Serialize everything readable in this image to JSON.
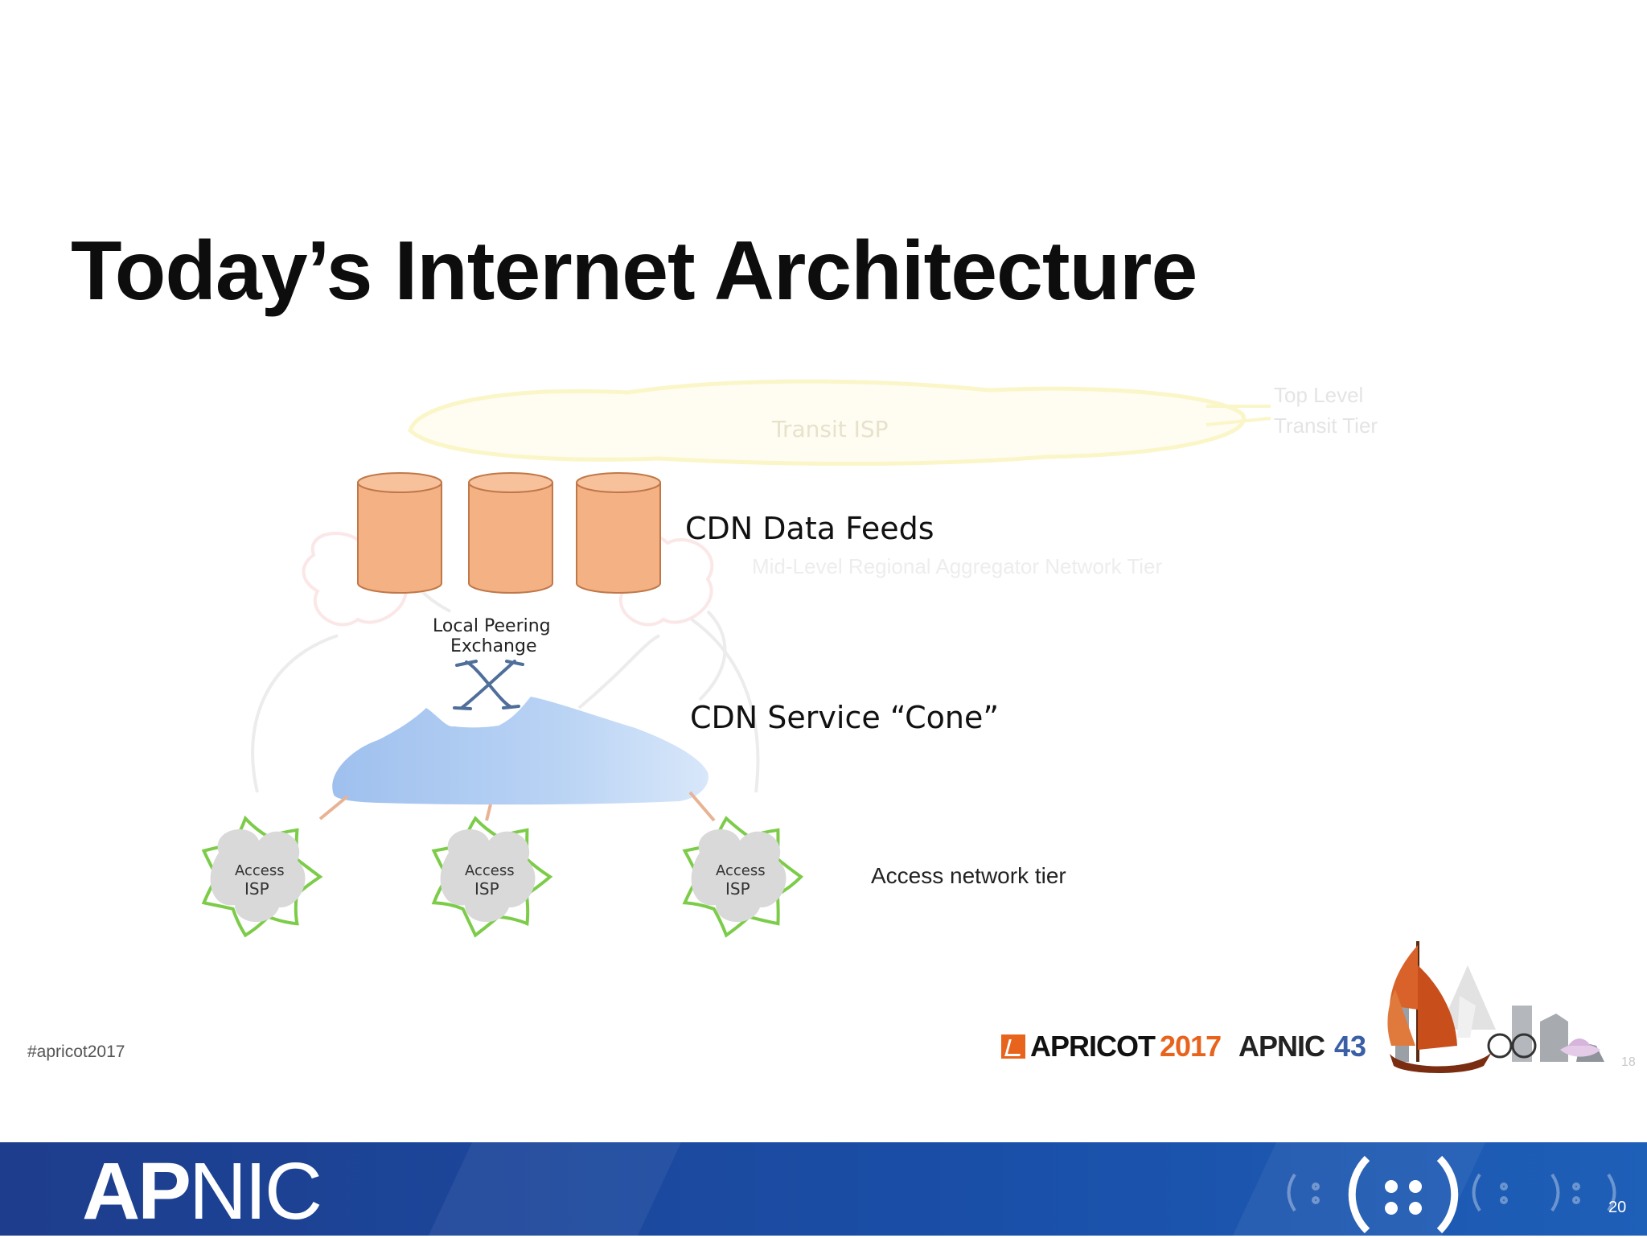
{
  "slide": {
    "title": "Today’s Internet Architecture",
    "page_number": "20",
    "footer_logo_bold": "AP",
    "footer_logo_light": "NIC"
  },
  "diagram": {
    "faded_labels": {
      "transit_isp": "Transit ISP",
      "top_level_1": "Top Level",
      "top_level_2": "Transit Tier",
      "mid_level": "Mid-Level Regional Aggregator Network Tier"
    },
    "cdn_feeds_label": "CDN Data Feeds",
    "peering_label_1": "Local Peering",
    "peering_label_2": "Exchange",
    "cone_label": "CDN Service “Cone”",
    "access_label": "Access network tier",
    "access_isp_1": "Access",
    "access_isp_2": "ISP",
    "colors": {
      "cylinder": "#f4b183",
      "cylinder_stroke": "#c07848",
      "cone": "#a9c9f2",
      "isp_stroke": "#7ccc4a",
      "isp_fill": "#d9d9d9"
    }
  },
  "event": {
    "hashtag": "#apricot2017",
    "apricot_name": "APRICOT",
    "apricot_year": "2017",
    "apnic_brand": "APNIC",
    "apnic_num": "43",
    "small_page": "18"
  }
}
